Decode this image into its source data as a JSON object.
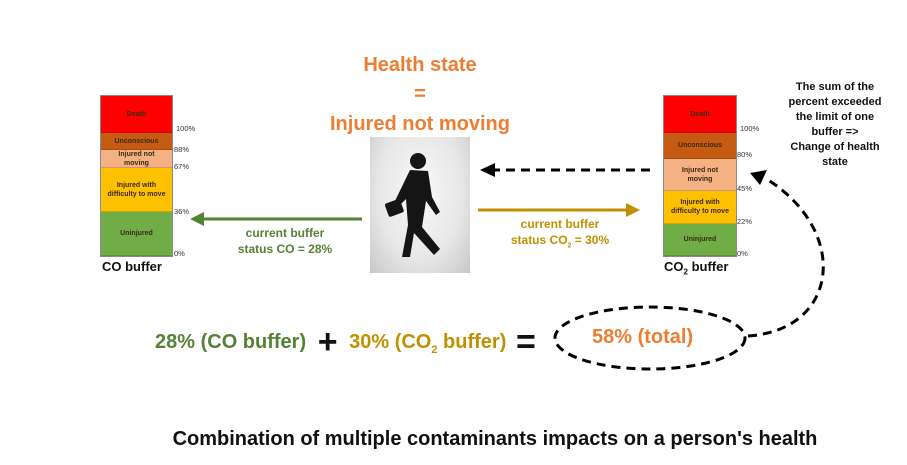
{
  "health_state": {
    "title": "Health state",
    "equals": "=",
    "value": "Injured not moving"
  },
  "co_buffer": {
    "title": "CO buffer",
    "segments": [
      "Death",
      "Unconscious",
      "Injured not moving",
      "Injured with difficulty to move",
      "Uninjured"
    ],
    "ticks": [
      "100%",
      "88%",
      "67%",
      "36%",
      "0%"
    ]
  },
  "co2_buffer": {
    "title_main": "CO",
    "title_sub": "2",
    "title_rest": " buffer",
    "segments": [
      "Death",
      "Unconscious",
      "Injured not moving",
      "Injured with difficulty to move",
      "Uninjured"
    ],
    "ticks": [
      "100%",
      "80%",
      "45%",
      "22%",
      "0%"
    ]
  },
  "co_status": {
    "line1": "current buffer",
    "line2": "status CO = 28%"
  },
  "co2_status": {
    "line1": "current buffer",
    "line2a": "status CO",
    "sub": "2",
    "line2b": " = 30%"
  },
  "note": {
    "lines": [
      "The sum of the",
      "percent exceeded",
      "the limit of one",
      "buffer =>",
      "Change of health",
      "state"
    ]
  },
  "equation": {
    "co": "28% (CO buffer)",
    "plus": "+",
    "co2a": "30% (CO",
    "co2sub": "2",
    "co2b": " buffer)",
    "equals": "=",
    "total": "58% (total)"
  },
  "caption": "Combination of multiple contaminants impacts on a person's health",
  "colors": {
    "death": "#ff0000",
    "unconscious": "#c55a11",
    "not_moving": "#f4b183",
    "difficulty": "#ffc000",
    "uninjured": "#70ad47",
    "orange": "#ed7d31",
    "green": "#548235",
    "olive": "#bf9000"
  }
}
